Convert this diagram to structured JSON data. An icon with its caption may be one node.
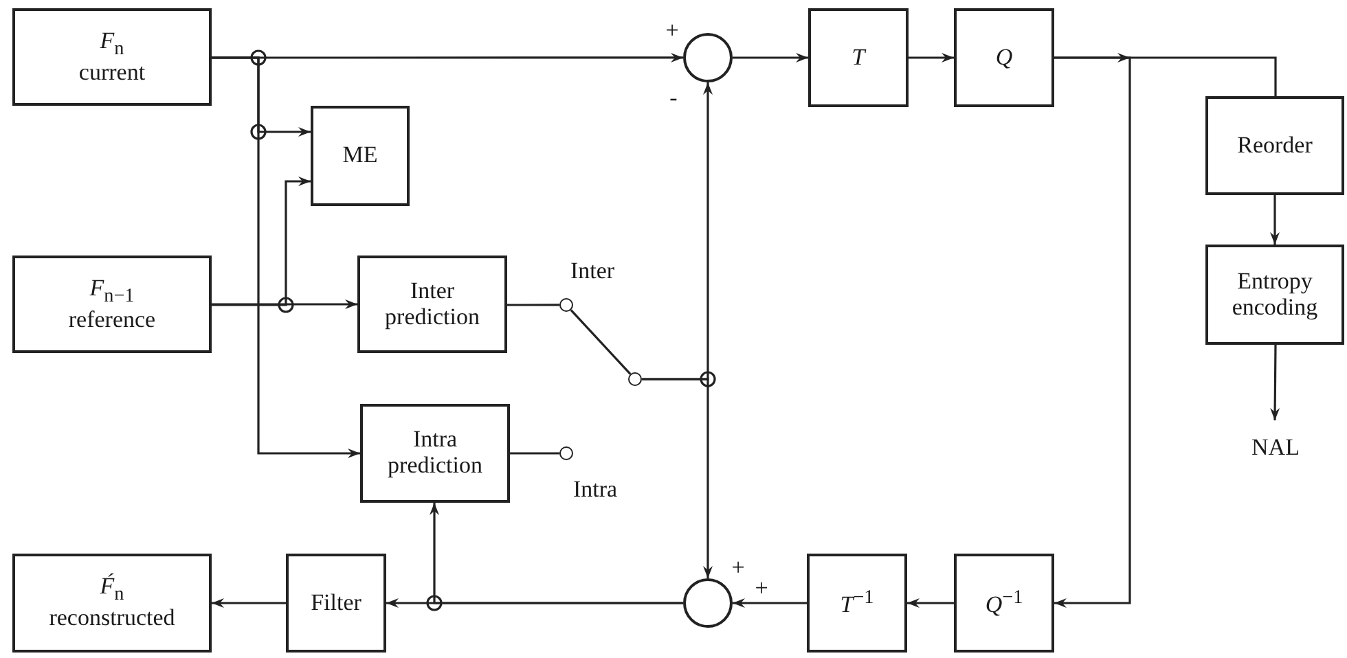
{
  "diagram": {
    "nodes": [
      {
        "text": [
          "*F*$_{n}$",
          "current"
        ]
      },
      {
        "text": [
          "ME"
        ]
      },
      {
        "text": [
          "*F*$_{n−1}$",
          "reference"
        ]
      },
      {
        "text": [
          "Inter prediction"
        ]
      },
      {
        "text": [
          "Intra prediction"
        ]
      },
      {
        "text": [
          "*F́*$_{n}$",
          "reconstructed"
        ]
      },
      {
        "text": [
          "Filter"
        ]
      },
      {
        "text": [],
        "shape": "circle",
        "beside": [
          "+",
          "-"
        ]
      },
      {
        "text": [],
        "shape": "circle",
        "beside": [
          "+",
          "+"
        ]
      },
      {
        "text": [
          "*T*"
        ]
      },
      {
        "text": [
          "*Q*"
        ]
      },
      {
        "text": [
          "Reorder"
        ]
      },
      {
        "text": [
          "Entropy encoding"
        ]
      },
      {
        "text": [
          "*T*$^{−1}$"
        ]
      },
      {
        "text": [
          "*Q*$^{−1}$"
        ]
      },
      {
        "text": [
          "NAL"
        ]
      },
      {
        "text": [],
        "shape": "circle",
        "beside": [
          "Inter"
        ]
      },
      {
        "text": [],
        "shape": "circle",
        "beside": [
          "Intra"
        ]
      },
      {
        "text": [],
        "shape": "circle"
      }
    ],
    "edges": [
      {
        "from": 0,
        "to": 7,
        "arrow": "to"
      },
      {
        "from": 0,
        "to": 1,
        "arrow": "to"
      },
      {
        "from": 0,
        "to": 4,
        "arrow": "to"
      },
      {
        "from": 2,
        "to": 3,
        "arrow": "to"
      },
      {
        "from": 2,
        "to": 1,
        "arrow": "to"
      },
      {
        "from": 3,
        "to": 16,
        "arrow": "none"
      },
      {
        "from": 16,
        "to": 18,
        "arrow": "none"
      },
      {
        "from": 18,
        "to": 7,
        "arrow": "to"
      },
      {
        "from": 18,
        "to": 8,
        "arrow": "to"
      },
      {
        "from": 4,
        "to": 17,
        "arrow": "none"
      },
      {
        "from": 8,
        "to": 6,
        "arrow": "to"
      },
      {
        "from": 8,
        "to": 4,
        "arrow": "to"
      },
      {
        "from": 6,
        "to": 5,
        "arrow": "to"
      },
      {
        "from": 7,
        "to": 9,
        "arrow": "to"
      },
      {
        "from": 9,
        "to": 10,
        "arrow": "to"
      },
      {
        "from": 10,
        "to": 11,
        "arrow": "to"
      },
      {
        "from": 10,
        "to": 14,
        "arrow": "to"
      },
      {
        "from": 14,
        "to": 13,
        "arrow": "to"
      },
      {
        "from": 13,
        "to": 8,
        "arrow": "to"
      },
      {
        "from": 11,
        "to": 12,
        "arrow": "to"
      },
      {
        "from": 12,
        "to": 15,
        "arrow": "to"
      }
    ]
  }
}
